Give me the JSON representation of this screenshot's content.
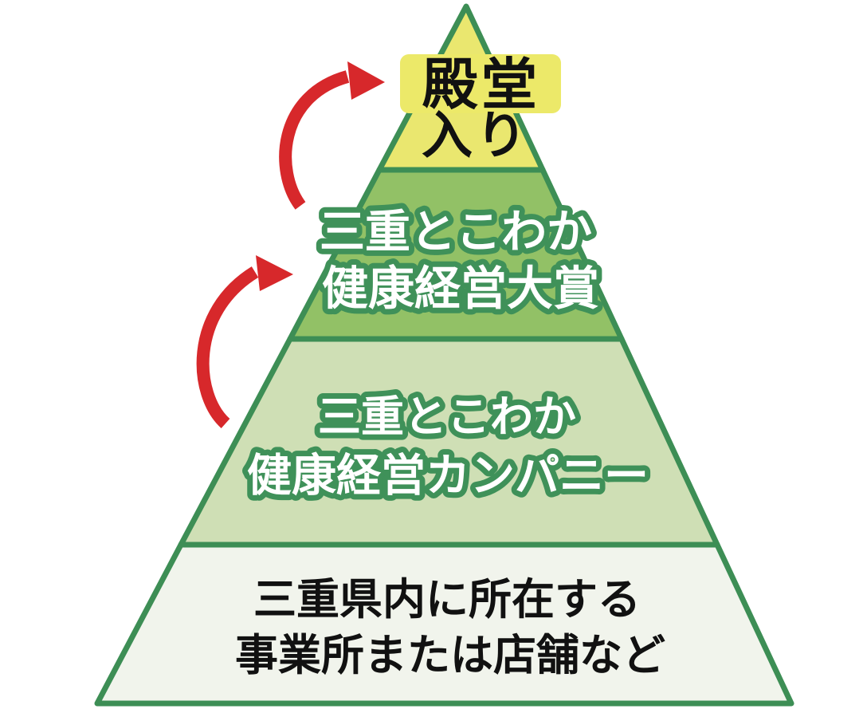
{
  "colors": {
    "background": "#ffffff",
    "border_green": "#3d8e55",
    "outline_green": "#3f9159",
    "tier1_yellow": "#eae76f",
    "highlight_yellow": "#ece969",
    "tier2_green": "#92c166",
    "tier3_green": "#cfdfb5",
    "tier4_green": "#f1f4ec",
    "arrow_red": "#d7282b",
    "black_text": "#111111",
    "white_text": "#ffffff"
  },
  "pyramid": {
    "tiers": [
      {
        "level": 1,
        "label": "殿堂入り",
        "lines": [
          "殿堂",
          "入り"
        ]
      },
      {
        "level": 2,
        "label": "三重とこわか健康経営大賞",
        "lines": [
          "三重とこわか",
          "健康経営大賞"
        ]
      },
      {
        "level": 3,
        "label": "三重とこわか健康経営カンパニー",
        "lines": [
          "三重とこわか",
          "健康経営カンパニー"
        ]
      },
      {
        "level": 4,
        "label": "三重県内に所在する事業所または店舗など",
        "lines": [
          "三重県内に所在する",
          "事業所または店舗など"
        ]
      }
    ],
    "arrows": [
      {
        "name": "curved-up-arrow-to-tier-1"
      },
      {
        "name": "curved-up-arrow-to-tier-2"
      }
    ]
  }
}
